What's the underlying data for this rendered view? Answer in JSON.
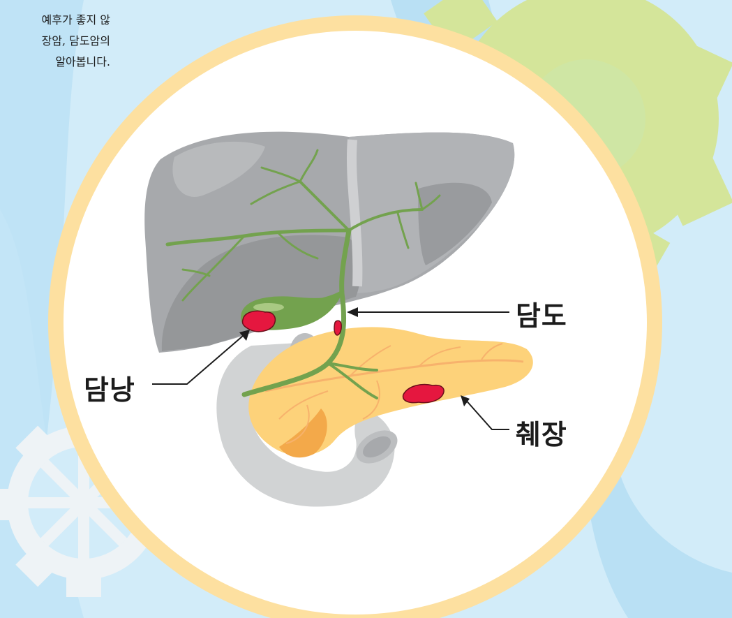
{
  "intro_text": {
    "line1": "예후가 좋지 않",
    "line2": "장암, 담도암의",
    "line3": "알아봅니다."
  },
  "labels": {
    "bile_duct": "담도",
    "gallbladder": "담낭",
    "pancreas": "췌장"
  },
  "colors": {
    "background": "#cfeaf8",
    "ring": "#fde0a0",
    "liver": "#a7a9ac",
    "bile_tree": "#73a24e",
    "pancreas": "#fdd27a",
    "tumor": "#e5173f",
    "gear_green": "#d4e59a",
    "gear_white": "#eef3f6"
  }
}
